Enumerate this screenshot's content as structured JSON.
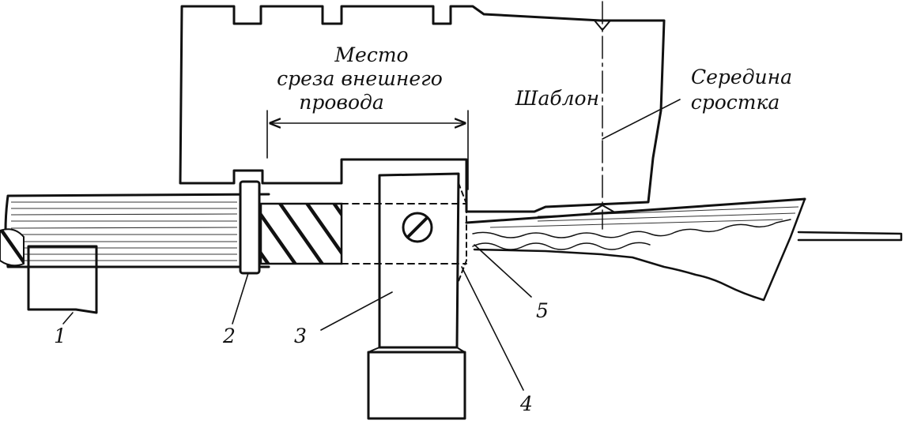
{
  "labels": {
    "cut_place": [
      "Место",
      "среза внешнего",
      "провода"
    ],
    "template": "Шаблон",
    "splice_middle": [
      "Середина",
      "сростка"
    ]
  },
  "callouts": [
    "1",
    "2",
    "3",
    "4",
    "5"
  ],
  "colors": {
    "ink": "#111111",
    "paper": "#ffffff"
  }
}
